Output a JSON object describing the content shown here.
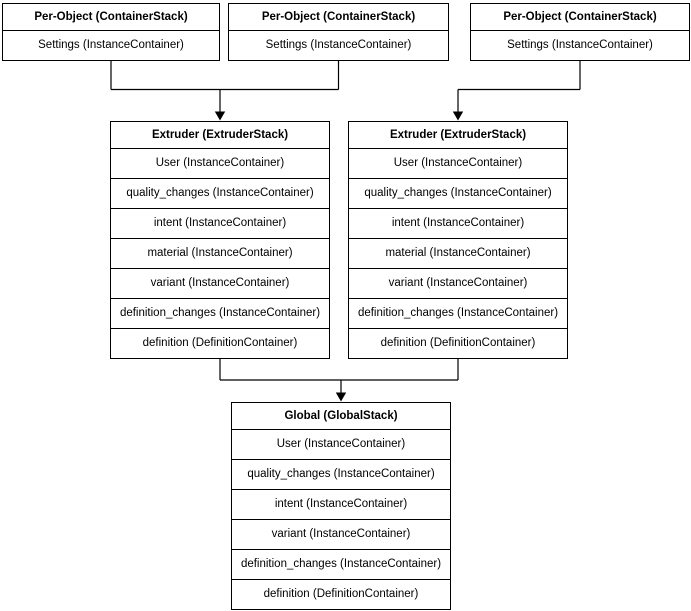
{
  "colors": {
    "line": "#000000",
    "box_border": "#000000",
    "box_background": "#ffffff",
    "text": "#000000",
    "canvas_background": "#ffffff"
  },
  "stacks": {
    "per_object": [
      {
        "title": "Per-Object (ContainerStack)",
        "rows": [
          "Settings (InstanceContainer)"
        ]
      },
      {
        "title": "Per-Object (ContainerStack)",
        "rows": [
          "Settings (InstanceContainer)"
        ]
      },
      {
        "title": "Per-Object (ContainerStack)",
        "rows": [
          "Settings (InstanceContainer)"
        ]
      }
    ],
    "extruder": [
      {
        "title": "Extruder (ExtruderStack)",
        "rows": [
          "User (InstanceContainer)",
          "quality_changes (InstanceContainer)",
          "intent (InstanceContainer)",
          "material (InstanceContainer)",
          "variant (InstanceContainer)",
          "definition_changes (InstanceContainer)",
          "definition (DefinitionContainer)"
        ]
      },
      {
        "title": "Extruder (ExtruderStack)",
        "rows": [
          "User (InstanceContainer)",
          "quality_changes (InstanceContainer)",
          "intent (InstanceContainer)",
          "material (InstanceContainer)",
          "variant (InstanceContainer)",
          "definition_changes (InstanceContainer)",
          "definition (DefinitionContainer)"
        ]
      }
    ],
    "global": {
      "title": "Global (GlobalStack)",
      "rows": [
        "User (InstanceContainer)",
        "quality_changes (InstanceContainer)",
        "intent (InstanceContainer)",
        "variant (InstanceContainer)",
        "definition_changes (InstanceContainer)",
        "definition (DefinitionContainer)"
      ]
    }
  }
}
